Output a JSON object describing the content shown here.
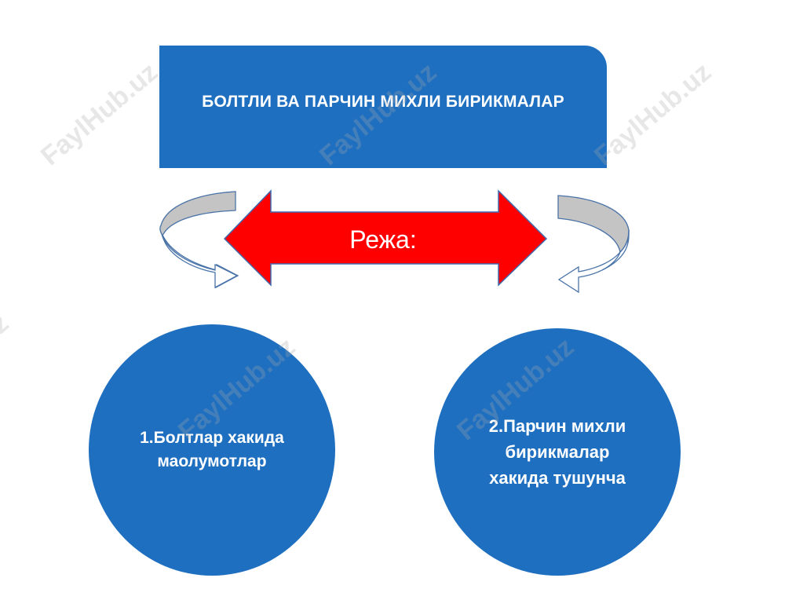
{
  "title": "БОЛТЛИ ВА ПАРЧИН МИХЛИ БИРИКМАЛАР",
  "center_label": "Режа:",
  "left_item": {
    "lines": [
      "1.Болтлар хакида",
      "маолумотлар"
    ]
  },
  "right_item": {
    "lines": [
      "2.Парчин михли",
      "бирикмалар",
      "хакида тушунча"
    ]
  },
  "watermark": "FaylHub.uz",
  "colors": {
    "box_blue": "#1f6fc0",
    "arrow_red": "#ff0000",
    "curved_arrow_fill": "#c0c0c0",
    "curved_arrow_stroke": "#4a73a8",
    "text_white": "#ffffff"
  },
  "icons": {
    "double_arrow": "double-headed-arrow-icon",
    "left_curved_arrow": "curved-arrow-left-icon",
    "right_curved_arrow": "curved-arrow-right-icon"
  }
}
